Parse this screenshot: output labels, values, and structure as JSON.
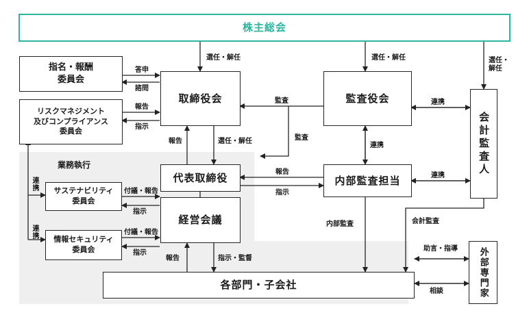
{
  "boxes": {
    "shareholders_meeting": "株主総会",
    "nomination_committee": "指名・報酬\n委員会",
    "risk_committee": "リスクマネジメント\n及びコンプライアンス\n委員会",
    "board_of_directors": "取締役会",
    "audit_board": "監査役会",
    "accounting_auditor": "会計監査人",
    "representative_director": "代表取締役",
    "internal_audit": "内部監査担当",
    "sustainability_committee": "サステナビリティ\n委員会",
    "management_meeting": "経営会議",
    "infosec_committee": "情報セキュリティ\n委員会",
    "departments": "各部門・子会社",
    "external_experts": "外部専門家"
  },
  "section_label": "業務執行",
  "labels": {
    "appoint_dismiss_1": "選任・解任",
    "appoint_dismiss_2": "選任・解任",
    "appoint_dismiss_3": "選任・\n解任",
    "report_answer": "答申",
    "consult": "諮問",
    "report_risk": "報告",
    "instruct_risk": "指示",
    "audit_board_to_bod": "監査",
    "audit_down": "監査",
    "coop_1": "連携",
    "coop_2": "連携",
    "coop_3": "連携",
    "report_up": "報告",
    "appoint_dismiss_rep": "選任・解任",
    "report_internal": "報告",
    "instruct_internal": "指示",
    "coop_vertical_1": "連携",
    "coop_vertical_2": "連携",
    "discuss_report_1": "付議・報告",
    "instruct_sus": "指示",
    "discuss_report_2": "付議・報告",
    "instruct_info": "指示",
    "internal_audit_label": "内部監査",
    "accounting_audit_label": "会計監査",
    "advice_guidance": "助言・指導",
    "consultation": "相談",
    "report_dept": "報告",
    "instruct_supervise": "指示・監督"
  },
  "colors": {
    "accent_green": "#2bb6a0",
    "line": "#222222",
    "shade": "#efefef"
  }
}
